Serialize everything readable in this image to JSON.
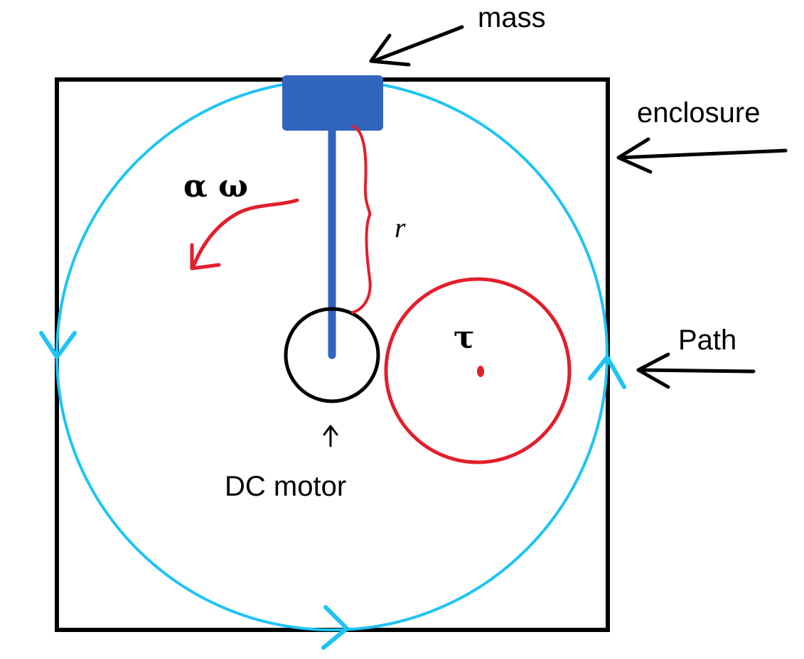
{
  "labels": {
    "mass": "mass",
    "enclosure": "enclosure",
    "path": "Path",
    "dc_motor": "DC motor",
    "radius": "r",
    "angular": "α ω",
    "torque": "τ"
  },
  "colors": {
    "enclosure": "#000000",
    "path": "#1ec4f5",
    "arm": "#3165be",
    "annotation": "#e21f2b",
    "arrow": "#000000"
  }
}
